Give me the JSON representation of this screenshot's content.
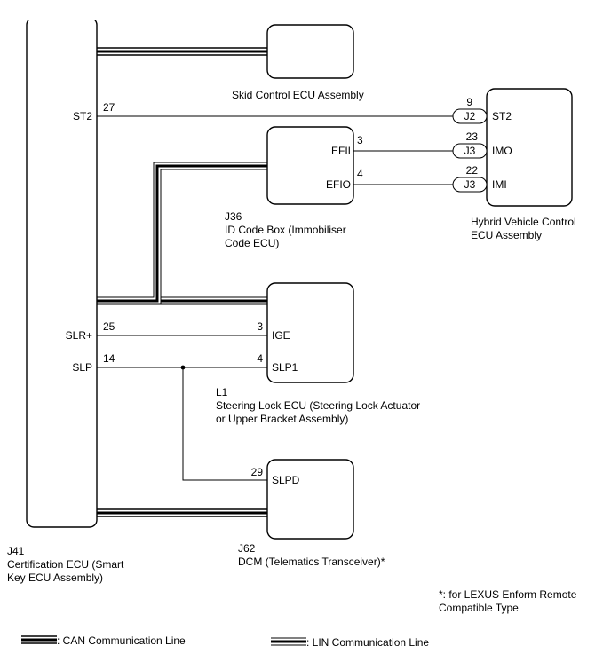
{
  "certification_ecu": {
    "code": "J41",
    "name_line1": "Certification ECU (Smart",
    "name_line2": "Key ECU Assembly)",
    "pins": {
      "st2": {
        "label": "ST2",
        "number": "27"
      },
      "slr": {
        "label": "SLR+",
        "number": "25"
      },
      "slp": {
        "label": "SLP",
        "number": "14"
      }
    }
  },
  "skid_control": {
    "name": "Skid Control ECU Assembly"
  },
  "hybrid_ecu": {
    "name_line1": "Hybrid Vehicle Control",
    "name_line2": "ECU Assembly",
    "pins": {
      "st2": {
        "label": "ST2",
        "number": "9",
        "connector": "J2"
      },
      "imo": {
        "label": "IMO",
        "number": "23",
        "connector": "J3"
      },
      "imi": {
        "label": "IMI",
        "number": "22",
        "connector": "J3"
      }
    }
  },
  "id_code_box": {
    "code": "J36",
    "name_line1": "ID Code Box (Immobiliser",
    "name_line2": "Code ECU)",
    "pins": {
      "efii": {
        "label": "EFII",
        "number": "3"
      },
      "efio": {
        "label": "EFIO",
        "number": "4"
      }
    }
  },
  "steering_lock": {
    "code": "L1",
    "name_line1": "Steering Lock ECU (Steering Lock Actuator",
    "name_line2": "or Upper Bracket Assembly)",
    "pins": {
      "ige": {
        "label": "IGE",
        "number": "3"
      },
      "slp1": {
        "label": "SLP1",
        "number": "4"
      }
    }
  },
  "dcm": {
    "code": "J62",
    "name": "DCM (Telematics Transceiver)*",
    "pins": {
      "slpd": {
        "label": "SLPD",
        "number": "29"
      }
    }
  },
  "footnote": {
    "line1": "*: for LEXUS Enform Remote",
    "line2": "Compatible Type"
  },
  "legend": {
    "can": ": CAN Communication Line",
    "lin": ": LIN Communication Line"
  }
}
